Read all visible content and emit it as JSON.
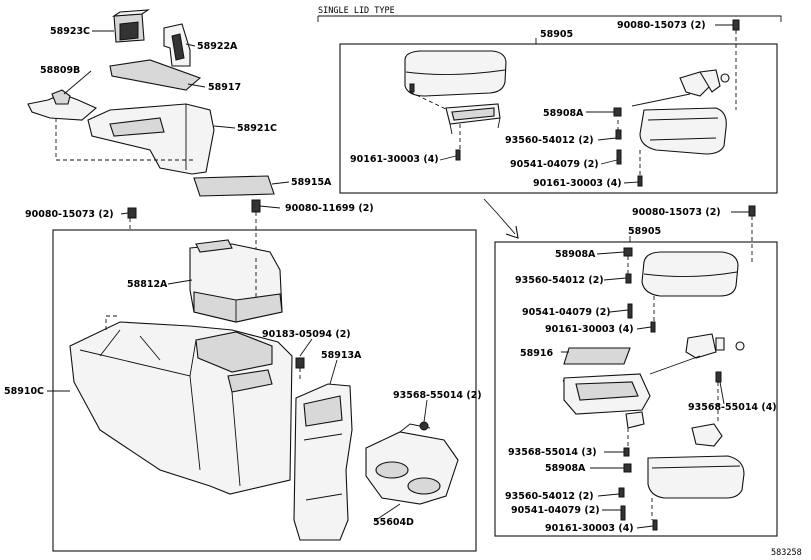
{
  "header": {
    "single_lid_type": "SINGLE LID TYPE"
  },
  "footer": {
    "diagram_id": "583258"
  },
  "labels": {
    "p58923C": "58923C",
    "p58922A": "58922A",
    "p58809B": "58809B",
    "p58917": "58917",
    "p58921C": "58921C",
    "p58915A": "58915A",
    "p90080_15073_left": "90080-15073 (2)",
    "p90080_11699": "90080-11699 (2)",
    "p58812A": "58812A",
    "p90183_05094": "90183-05094 (2)",
    "p58913A": "58913A",
    "p58910C": "58910C",
    "p93568_55014_mid": "93568-55014 (2)",
    "p55604D": "55604D",
    "top_p58905": "58905",
    "top_p90080_15073": "90080-15073 (2)",
    "top_p58908A": "58908A",
    "top_p93560_54012": "93560-54012 (2)",
    "top_p90541_04079": "90541-04079 (2)",
    "top_p90161_30003_a": "90161-30003 (4)",
    "top_p90161_30003_b": "90161-30003 (4)",
    "bot_p58905": "58905",
    "bot_p90080_15073": "90080-15073 (2)",
    "bot_p58908A_a": "58908A",
    "bot_p93560_54012_a": "93560-54012 (2)",
    "bot_p90541_04079_a": "90541-04079 (2)",
    "bot_p90161_30003_a": "90161-30003 (4)",
    "bot_p58916": "58916",
    "bot_p93568_55014_a": "93568-55014 (4)",
    "bot_p93568_55014_b": "93568-55014 (3)",
    "bot_p58908A_b": "58908A",
    "bot_p93560_54012_b": "93560-54012 (2)",
    "bot_p90541_04079_b": "90541-04079 (2)",
    "bot_p90161_30003_b": "90161-30003 (4)"
  }
}
